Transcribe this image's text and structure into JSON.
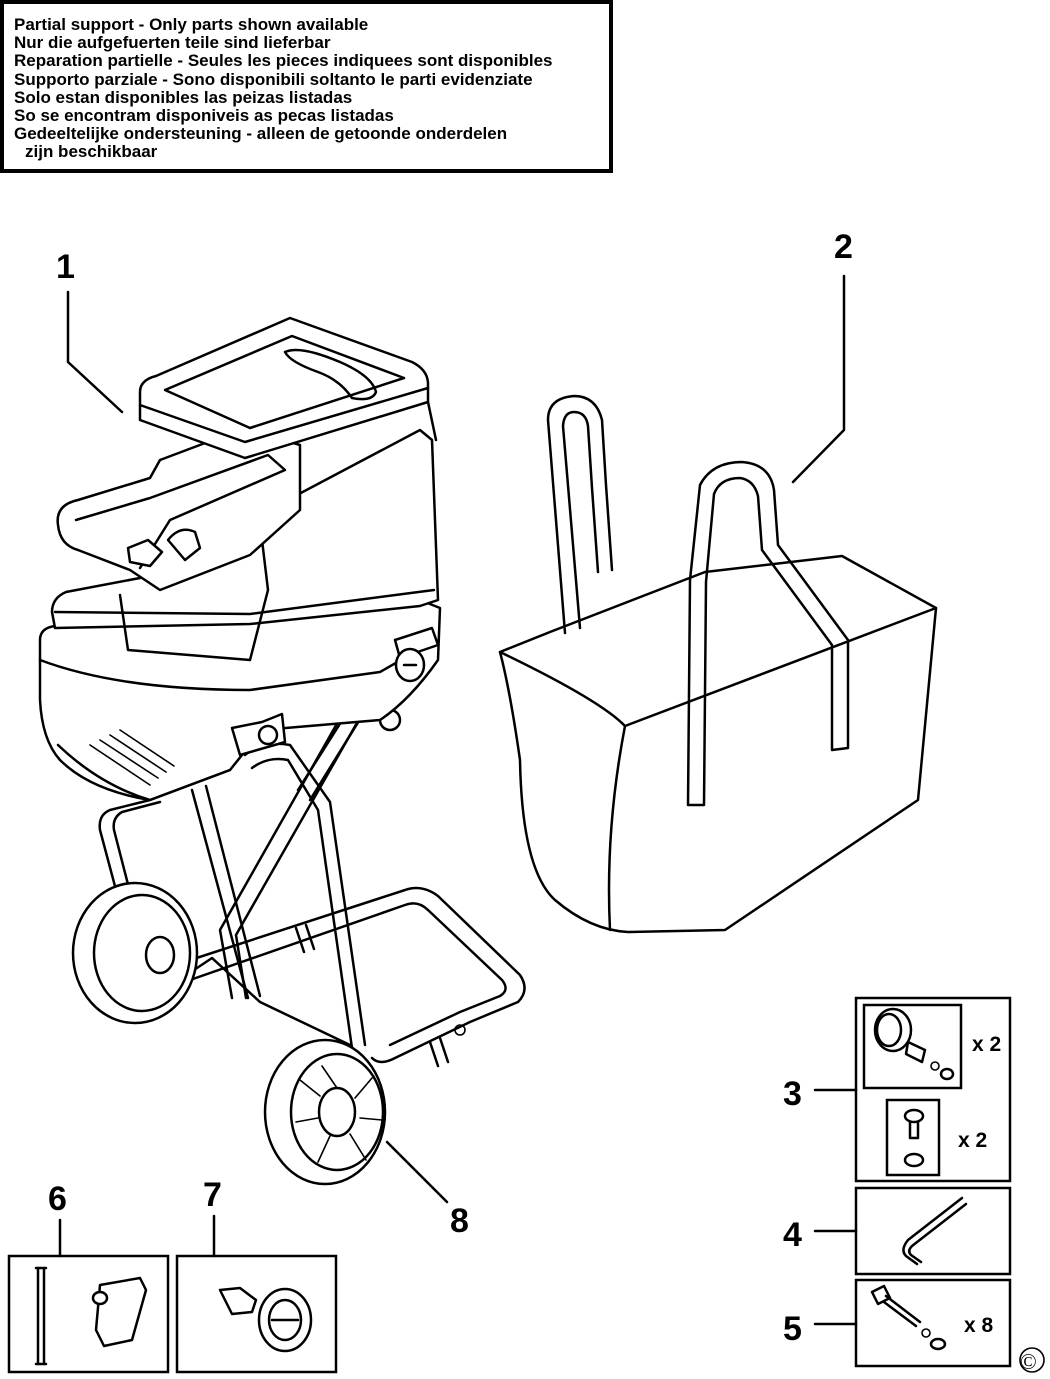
{
  "notice": {
    "lines": [
      "Partial support - Only parts shown available",
      "Nur die aufgefuerten teile sind lieferbar",
      "Reparation partielle - Seules les pieces indiquees sont disponibles",
      "Supporto parziale - Sono disponibili soltanto le parti evidenziate",
      "Solo estan disponibles las peizas listadas",
      "So se encontram disponiveis as pecas listadas",
      "Gedeeltelijke ondersteuning - alleen de getoonde onderdelen",
      "zijn beschikbaar"
    ]
  },
  "callouts": {
    "c1": "1",
    "c2": "2",
    "c3": "3",
    "c4": "4",
    "c5": "5",
    "c6": "6",
    "c7": "7",
    "c8": "8"
  },
  "quantities": {
    "part3_top": "x 2",
    "part3_bottom": "x 2",
    "part5": "x 8"
  },
  "copyright": "©"
}
